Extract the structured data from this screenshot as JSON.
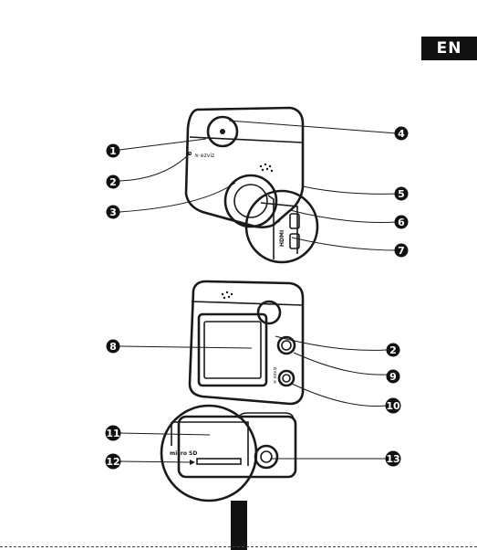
{
  "language_tab": "EN",
  "callouts": [
    "1",
    "2",
    "3",
    "4",
    "5",
    "6",
    "7",
    "8",
    "2",
    "9",
    "10",
    "11",
    "12",
    "13"
  ],
  "camera_label": {
    "micro_sd": "micro SD",
    "usb_symbol": "⌁",
    "hdmi_text": "HDMI"
  }
}
